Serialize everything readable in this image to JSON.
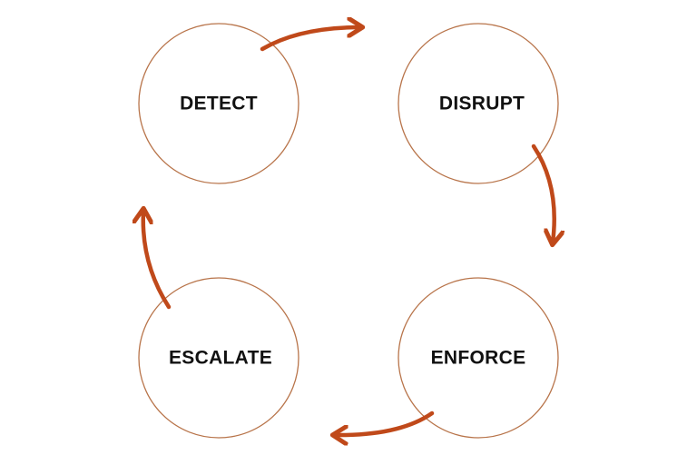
{
  "diagram": {
    "type": "cycle",
    "nodes": [
      {
        "id": "detect",
        "label": "DETECT"
      },
      {
        "id": "disrupt",
        "label": "DISRUPT"
      },
      {
        "id": "enforce",
        "label": "ENFORCE"
      },
      {
        "id": "escalate",
        "label": "ESCALATE"
      }
    ],
    "edges": [
      {
        "from": "detect",
        "to": "disrupt"
      },
      {
        "from": "disrupt",
        "to": "enforce"
      },
      {
        "from": "enforce",
        "to": "escalate"
      },
      {
        "from": "escalate",
        "to": "detect"
      }
    ]
  },
  "colors": {
    "circle_stroke": "#b8744a",
    "arrow": "#c0491a",
    "label": "#111111"
  }
}
